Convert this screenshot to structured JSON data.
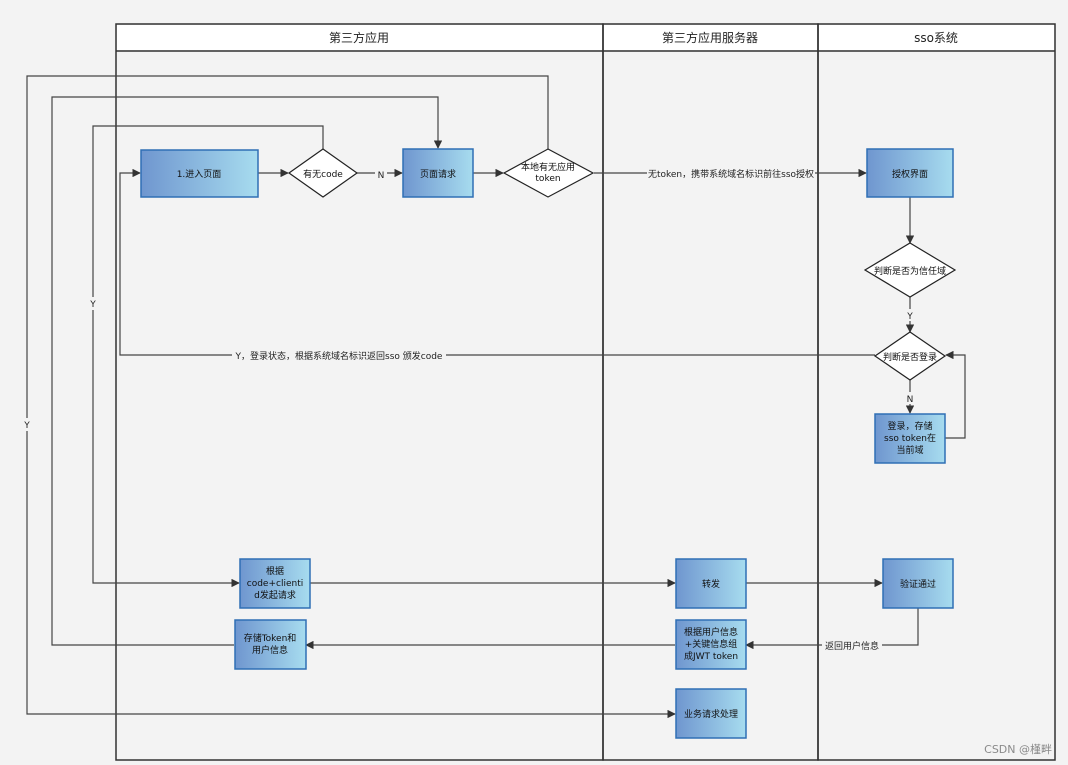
{
  "lanes": {
    "app": "第三方应用",
    "server": "第三方应用服务器",
    "sso": "sso系统"
  },
  "nodes": {
    "enter_page": "1.进入页面",
    "has_code": "有无code",
    "page_request": "页面请求",
    "has_token": [
      "本地有无应用",
      "token"
    ],
    "auth_page": "授权界面",
    "check_trusted": "判断是否为信任域",
    "check_login": "判断是否登录",
    "login_store": [
      "登录，存储",
      "sso token在",
      "当前域"
    ],
    "request_by_code": [
      "根据",
      "code+clienti",
      "d发起请求"
    ],
    "forward": "转发",
    "verify_pass": "验证通过",
    "store_token": [
      "存储Token和",
      "用户信息"
    ],
    "build_jwt": [
      "根据用户信息",
      "+关键信息组",
      "成JWT token"
    ],
    "business": "业务请求处理"
  },
  "edges": {
    "n_label": "N",
    "no_token": "无token，携带系统域名标识前往sso授权",
    "y_label": "Y",
    "login_return": "Y，登录状态，根据系统域名标识返回sso 颁发code",
    "return_user": "返回用户信息"
  },
  "watermark": "CSDN @槿畔",
  "colors": {
    "background": "#f3f3f3",
    "line": "#444444",
    "box_border": "#2f6fb5",
    "box_gradient_start": "#6f96cf",
    "box_gradient_end": "#a7dcef"
  }
}
